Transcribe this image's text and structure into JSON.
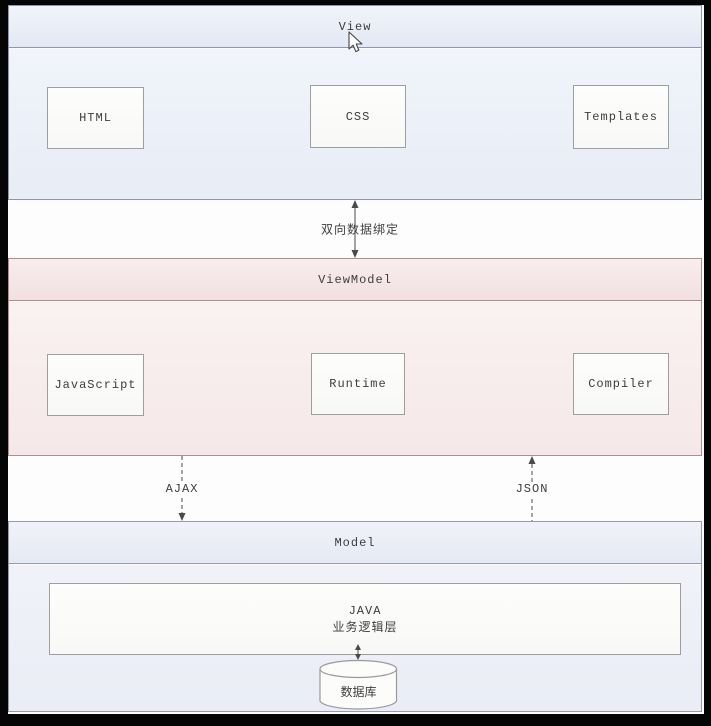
{
  "colors": {
    "view_border": "#8d96af",
    "view_bg": "#eef2f9",
    "viewmodel_border": "#b18e8e",
    "viewmodel_bg": "#f9efef",
    "model_border": "#949bb1",
    "model_bg": "#eff1f8",
    "node_border": "#9e9e9e",
    "node_bg": "#fbfbfa",
    "arrow": "#4a4a4a",
    "text": "#3d3d3d",
    "frame": "#050505"
  },
  "view": {
    "title": "View",
    "boxes": [
      {
        "label": "HTML"
      },
      {
        "label": "CSS"
      },
      {
        "label": "Templates"
      }
    ]
  },
  "binding": {
    "label": "双向数据绑定"
  },
  "viewmodel": {
    "title": "ViewModel",
    "boxes": [
      {
        "label": "JavaScript"
      },
      {
        "label": "Runtime"
      },
      {
        "label": "Compiler"
      }
    ]
  },
  "connectors": {
    "ajax_label": "AJAX",
    "json_label": "JSON"
  },
  "model": {
    "title": "Model",
    "java_box": {
      "line1": "JAVA",
      "line2": "业务逻辑层"
    },
    "database": {
      "label": "数据库"
    }
  }
}
